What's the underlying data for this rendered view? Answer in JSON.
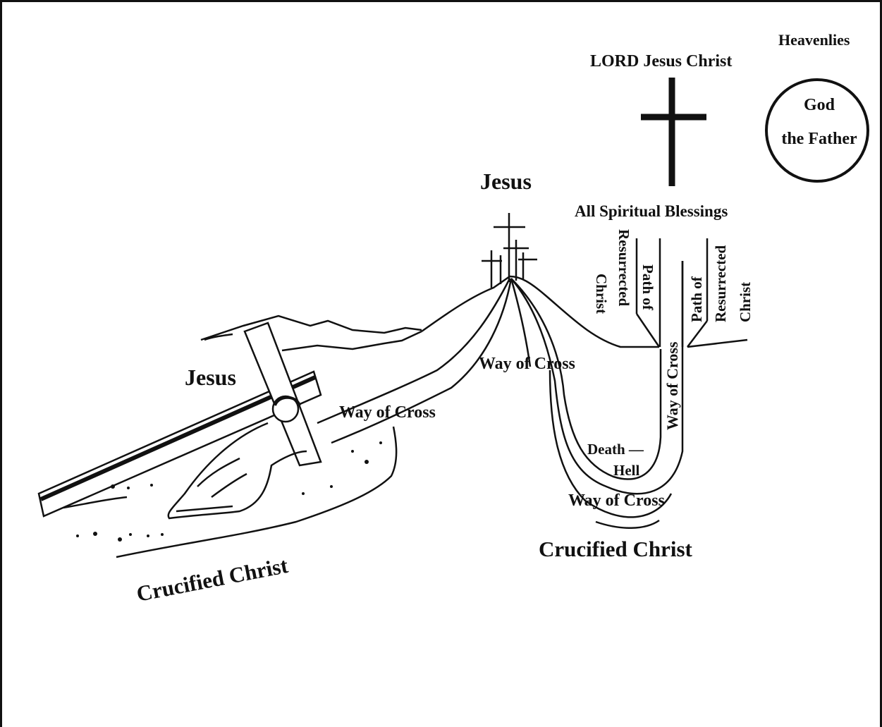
{
  "labels": {
    "heavenlies": "Heavenlies",
    "lord_jesus_christ": "LORD Jesus Christ",
    "god_line1": "God",
    "god_line2": "the Father",
    "jesus_top": "Jesus",
    "all_spiritual_blessings": "All Spiritual Blessings",
    "christ_left": "Christ",
    "resurrected_left": "Resurrected",
    "path_of_left": "Path of",
    "path_of_right": "Path of",
    "resurrected_right": "Resurrected",
    "christ_right": "Christ",
    "jesus_left": "Jesus",
    "way_of_cross_path": "Way of Cross",
    "way_of_cross_center": "Way of Cross",
    "way_of_cross_vertical": "Way of Cross",
    "death": "Death —",
    "hell": "Hell",
    "way_of_cross_bottom": "Way of Cross",
    "crucified_christ_right": "Crucified Christ",
    "crucified_christ_left": "Crucified Christ"
  },
  "colors": {
    "ink": "#111111",
    "background": "#ffffff"
  }
}
